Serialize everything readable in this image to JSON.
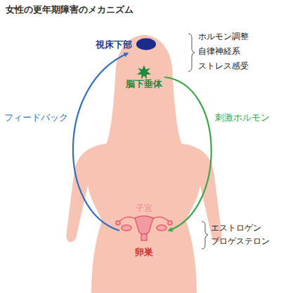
{
  "diagram": {
    "title": "女性の更年期障害のメカニズム",
    "nodes": [
      {
        "text": [
          "視床下部"
        ]
      },
      {
        "text": [
          "脳下垂体"
        ]
      },
      {
        "text": [
          "子宮",
          "卵巣"
        ]
      }
    ],
    "edges": [
      {
        "from": 2,
        "to": 0,
        "label": "フィードバック",
        "arrow": "to"
      },
      {
        "from": 1,
        "to": 2,
        "label": "刺激ホルモン",
        "arrow": "to"
      }
    ],
    "labels": [
      "ホルモン調整",
      "自律神経系",
      "ストレス感受",
      "エストロゲン",
      "プロゲステロン"
    ]
  }
}
